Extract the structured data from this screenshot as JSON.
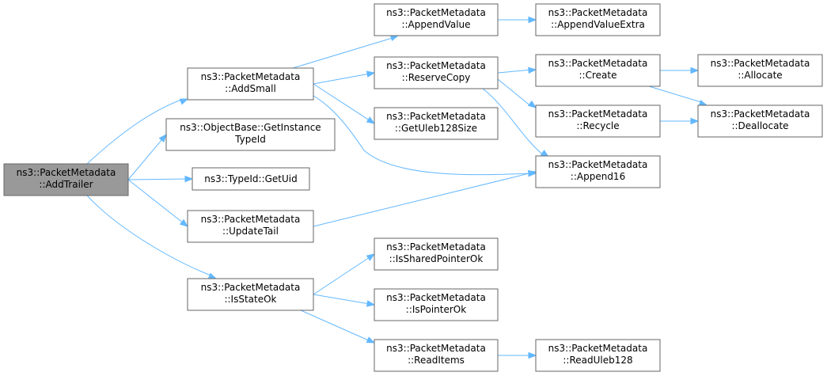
{
  "nodes": [
    {
      "id": "addtrailer",
      "line1": "ns3::PacketMetadata",
      "line2": "::AddTrailer"
    },
    {
      "id": "addsmall",
      "line1": "ns3::PacketMetadata",
      "line2": "::AddSmall"
    },
    {
      "id": "getinstancetypeid",
      "line1": "ns3::ObjectBase::GetInstance",
      "line2": "TypeId"
    },
    {
      "id": "getuid",
      "line1": "ns3::TypeId::GetUid",
      "line2": ""
    },
    {
      "id": "updatetail",
      "line1": "ns3::PacketMetadata",
      "line2": "::UpdateTail"
    },
    {
      "id": "isstateok",
      "line1": "ns3::PacketMetadata",
      "line2": "::IsStateOk"
    },
    {
      "id": "appendvalue",
      "line1": "ns3::PacketMetadata",
      "line2": "::AppendValue"
    },
    {
      "id": "reservecopy",
      "line1": "ns3::PacketMetadata",
      "line2": "::ReserveCopy"
    },
    {
      "id": "getuleb128size",
      "line1": "ns3::PacketMetadata",
      "line2": "::GetUleb128Size"
    },
    {
      "id": "issharedpointerok",
      "line1": "ns3::PacketMetadata",
      "line2": "::IsSharedPointerOk"
    },
    {
      "id": "ispointerok",
      "line1": "ns3::PacketMetadata",
      "line2": "::IsPointerOk"
    },
    {
      "id": "readitems",
      "line1": "ns3::PacketMetadata",
      "line2": "::ReadItems"
    },
    {
      "id": "appendvalueextra",
      "line1": "ns3::PacketMetadata",
      "line2": "::AppendValueExtra"
    },
    {
      "id": "create",
      "line1": "ns3::PacketMetadata",
      "line2": "::Create"
    },
    {
      "id": "recycle",
      "line1": "ns3::PacketMetadata",
      "line2": "::Recycle"
    },
    {
      "id": "append16",
      "line1": "ns3::PacketMetadata",
      "line2": "::Append16"
    },
    {
      "id": "readuleb128",
      "line1": "ns3::PacketMetadata",
      "line2": "::ReadUleb128"
    },
    {
      "id": "allocate",
      "line1": "ns3::PacketMetadata",
      "line2": "::Allocate"
    },
    {
      "id": "deallocate",
      "line1": "ns3::PacketMetadata",
      "line2": "::Deallocate"
    }
  ],
  "edges": [
    [
      "addtrailer",
      "addsmall"
    ],
    [
      "addtrailer",
      "getinstancetypeid"
    ],
    [
      "addtrailer",
      "getuid"
    ],
    [
      "addtrailer",
      "updatetail"
    ],
    [
      "addtrailer",
      "isstateok"
    ],
    [
      "addsmall",
      "appendvalue"
    ],
    [
      "addsmall",
      "reservecopy"
    ],
    [
      "addsmall",
      "getuleb128size"
    ],
    [
      "addsmall",
      "append16"
    ],
    [
      "updatetail",
      "append16"
    ],
    [
      "isstateok",
      "issharedpointerok"
    ],
    [
      "isstateok",
      "ispointerok"
    ],
    [
      "isstateok",
      "readitems"
    ],
    [
      "appendvalue",
      "appendvalueextra"
    ],
    [
      "reservecopy",
      "create"
    ],
    [
      "reservecopy",
      "recycle"
    ],
    [
      "reservecopy",
      "append16"
    ],
    [
      "readitems",
      "readuleb128"
    ],
    [
      "create",
      "allocate"
    ],
    [
      "create",
      "deallocate"
    ],
    [
      "recycle",
      "deallocate"
    ]
  ],
  "colors": {
    "edge": "#63b8ff",
    "node_border": "#666666",
    "root_fill": "#999999",
    "node_fill": "#ffffff"
  }
}
